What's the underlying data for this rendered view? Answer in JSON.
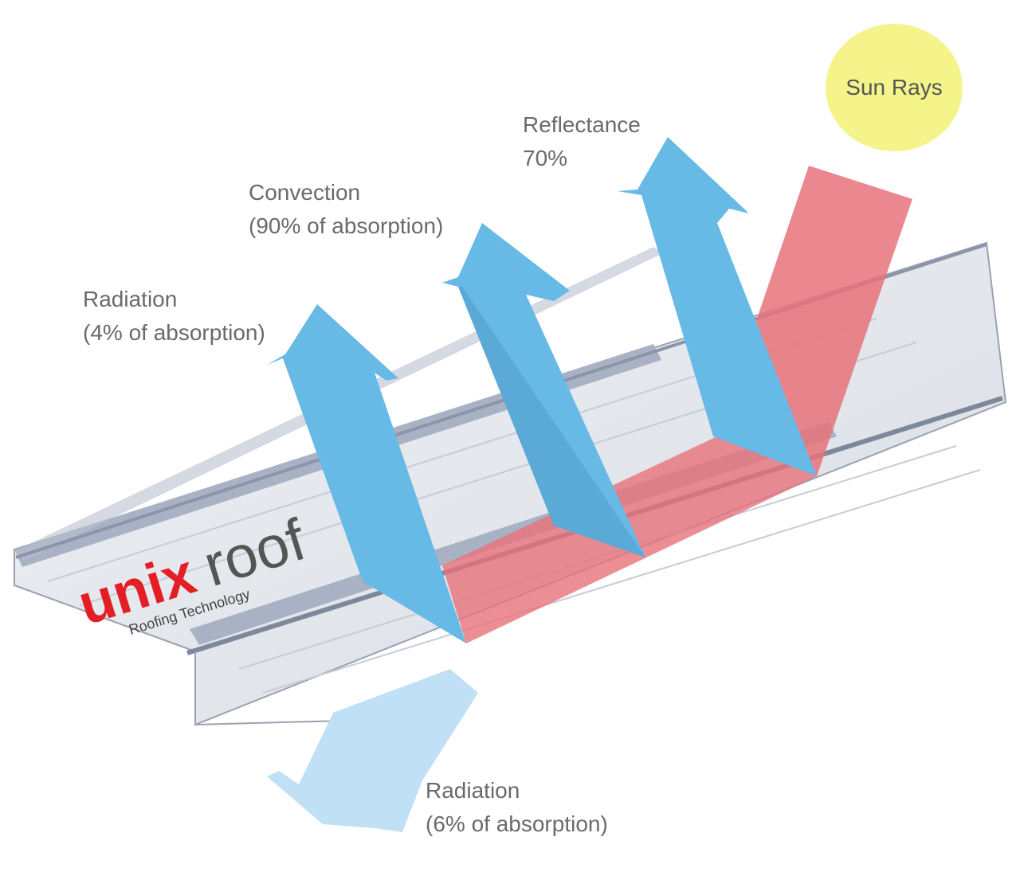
{
  "sun": {
    "label": "Sun Rays",
    "color": "#f5f48a"
  },
  "labels": {
    "reflectance": {
      "line1": "Reflectance",
      "line2": "70%"
    },
    "convection": {
      "line1": "Convection",
      "line2": "(90% of absorption)"
    },
    "radiation_top": {
      "line1": "Radiation",
      "line2": "(4% of absorption)"
    },
    "radiation_bottom": {
      "line1": "Radiation",
      "line2": "(6% of absorption)"
    }
  },
  "logo": {
    "brand_part1": "unix",
    "brand_part2": "roof",
    "tagline": "Roofing Technology"
  },
  "colors": {
    "up_arrow": "#67b9e6",
    "down_arrow": "#bfe0f5",
    "sun_beam": "#e8727a",
    "roof": "#e4e7ec",
    "roof_edge": "#8a93a6",
    "logo_red": "#e31e24",
    "text": "#6a6a6a"
  }
}
